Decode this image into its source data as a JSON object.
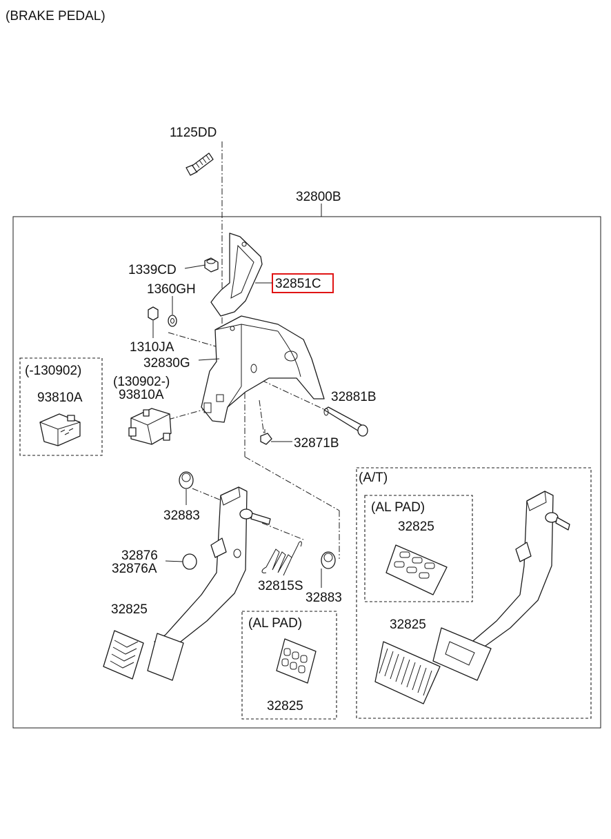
{
  "title": "(BRAKE PEDAL)",
  "highlight_color": "#e01414",
  "labels": {
    "p1125DD": "1125DD",
    "p32800B": "32800B",
    "p1339CD": "1339CD",
    "p32851C": "32851C",
    "p1360GH": "1360GH",
    "p1310JA": "1310JA",
    "p32830G": "32830G",
    "p32881B": "32881B",
    "p32871B": "32871B",
    "p93810A_old_range": "(-130902)",
    "p93810A_old": "93810A",
    "p93810A_new_range": "(130902-)",
    "p93810A_new": "93810A",
    "p32883_top": "32883",
    "p32876": "32876",
    "p32876A": "32876A",
    "p32815S": "32815S",
    "p32883_bottom": "32883",
    "p32825_main": "32825",
    "alpad_box_title": "(AL PAD)",
    "p32825_alpad": "32825",
    "at_box_title": "(A/T)",
    "at_alpad_title": "(AL PAD)",
    "p32825_at_alpad": "32825",
    "p32825_at": "32825"
  }
}
